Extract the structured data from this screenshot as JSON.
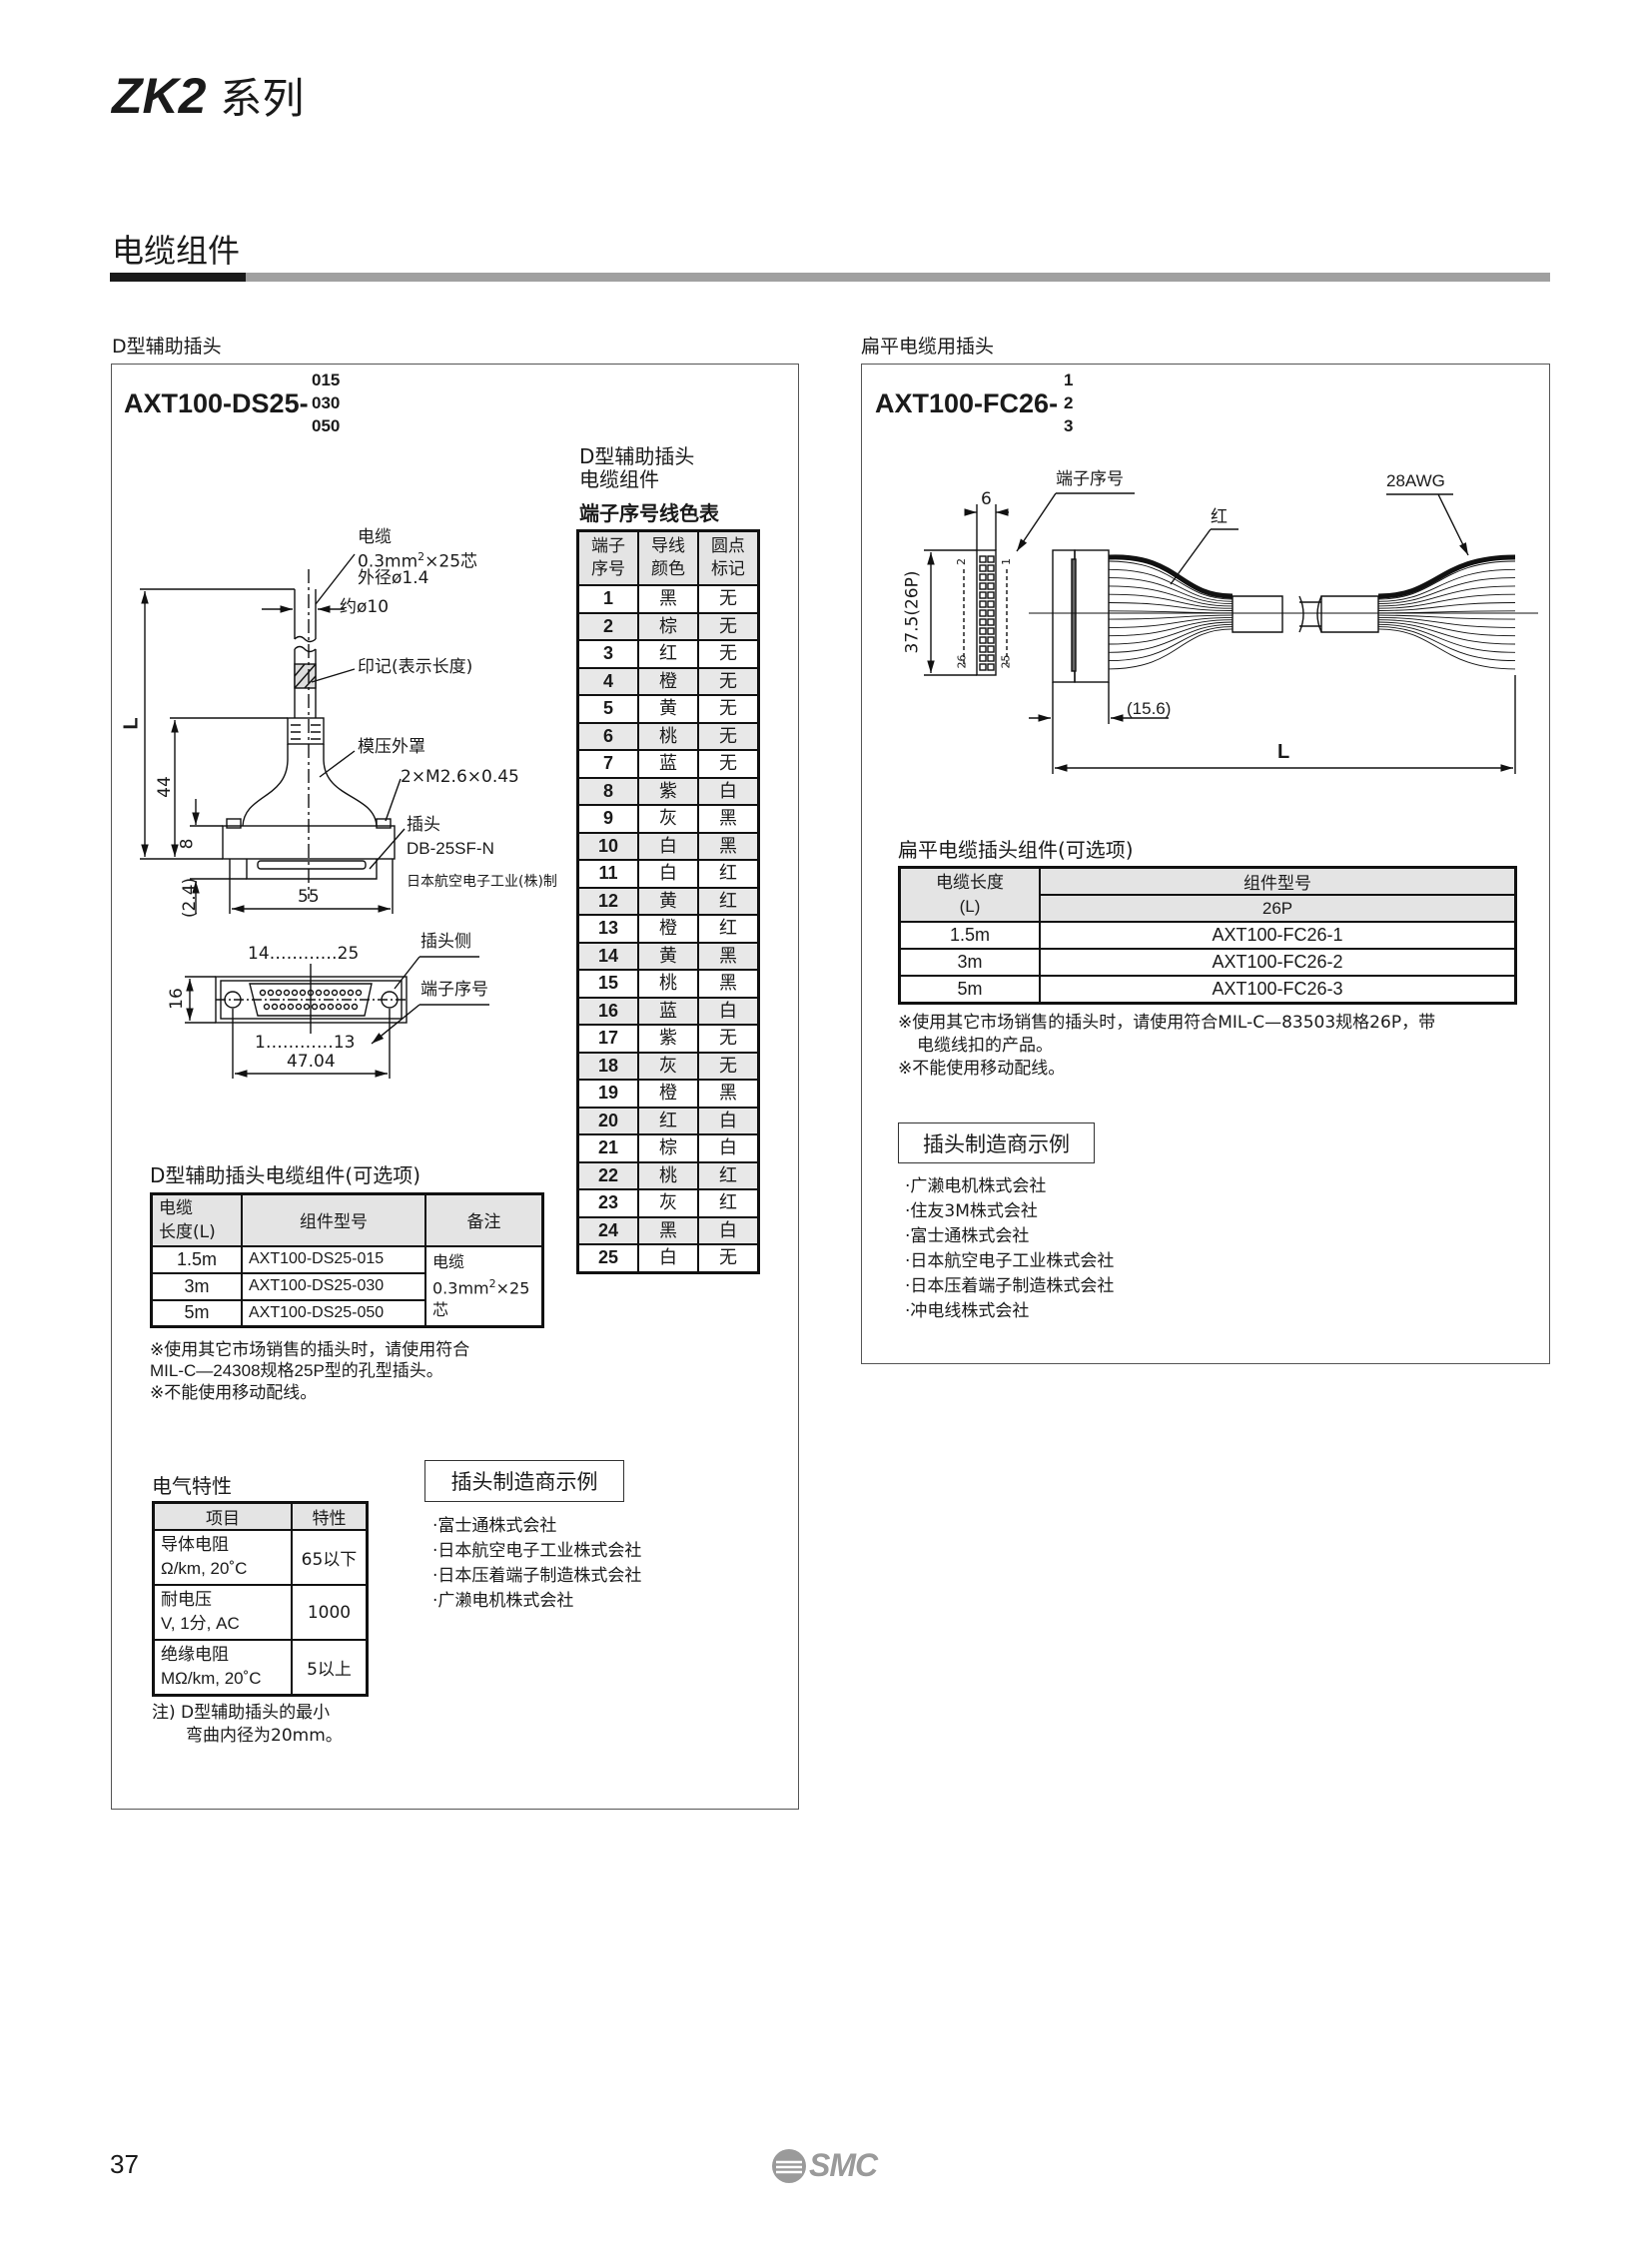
{
  "header": {
    "series_code": "ZK2",
    "series_suffix": "系列",
    "section_title": "电缆组件"
  },
  "left": {
    "panel_label": "D型辅助插头",
    "model_prefix": "AXT100-DS25-",
    "model_options": [
      "015",
      "030",
      "050"
    ],
    "drawing": {
      "cable": "电缆",
      "cable_spec": "0.3mm",
      "cable_spec_sup": "2",
      "cable_spec_tail": "×25芯",
      "cable_od": "外径ø1.4",
      "approx_dia": "约ø10",
      "marking": "印记(表示长度)",
      "molded_cover": "模压外罩",
      "screw": "2×M2.6×0.45",
      "plug": "插头",
      "plug_model": "DB-25SF-N",
      "plug_maker": "日本航空电子工业(株)制",
      "dim_L": "L",
      "dim_44": "44",
      "dim_8": "8",
      "dim_2_4": "(2.4)",
      "dim_55": "55",
      "pins_top": "14…………25",
      "pins_bottom": "1…………13",
      "plug_side": "插头侧",
      "terminal_no": "端子序号",
      "dim_16": "16",
      "dim_47": "47.04"
    },
    "pin_table": {
      "title_1": "D型辅助插头",
      "title_2": "电缆组件",
      "title_3": "端子序号线色表",
      "headers": [
        [
          "端子",
          "序号"
        ],
        [
          "导线",
          "颜色"
        ],
        [
          "圆点",
          "标记"
        ]
      ],
      "rows": [
        [
          "1",
          "黑",
          "无"
        ],
        [
          "2",
          "棕",
          "无"
        ],
        [
          "3",
          "红",
          "无"
        ],
        [
          "4",
          "橙",
          "无"
        ],
        [
          "5",
          "黄",
          "无"
        ],
        [
          "6",
          "桃",
          "无"
        ],
        [
          "7",
          "蓝",
          "无"
        ],
        [
          "8",
          "紫",
          "白"
        ],
        [
          "9",
          "灰",
          "黑"
        ],
        [
          "10",
          "白",
          "黑"
        ],
        [
          "11",
          "白",
          "红"
        ],
        [
          "12",
          "黄",
          "红"
        ],
        [
          "13",
          "橙",
          "红"
        ],
        [
          "14",
          "黄",
          "黑"
        ],
        [
          "15",
          "桃",
          "黑"
        ],
        [
          "16",
          "蓝",
          "白"
        ],
        [
          "17",
          "紫",
          "无"
        ],
        [
          "18",
          "灰",
          "无"
        ],
        [
          "19",
          "橙",
          "黑"
        ],
        [
          "20",
          "红",
          "白"
        ],
        [
          "21",
          "棕",
          "白"
        ],
        [
          "22",
          "桃",
          "红"
        ],
        [
          "23",
          "灰",
          "红"
        ],
        [
          "24",
          "黑",
          "白"
        ],
        [
          "25",
          "白",
          "无"
        ]
      ]
    },
    "option_table": {
      "title": "D型辅助插头电缆组件(可选项)",
      "h_length_1": "电缆",
      "h_length_2": "长度(L)",
      "h_model": "组件型号",
      "h_remark": "备注",
      "rows": [
        [
          "1.5m",
          "AXT100-DS25-015"
        ],
        [
          "3m",
          "AXT100-DS25-030"
        ],
        [
          "5m",
          "AXT100-DS25-050"
        ]
      ],
      "remark_1": "电缆",
      "remark_2": "0.3mm",
      "remark_sup": "2",
      "remark_3": "×25芯"
    },
    "notes": [
      "※使用其它市场销售的插头时，请使用符合",
      "MIL-C—24308规格25P型的孔型插头。",
      "※不能使用移动配线。"
    ],
    "elec": {
      "title": "电气特性",
      "h_item": "项目",
      "h_value": "特性",
      "rows": [
        {
          "item_1": "导体电阻",
          "item_2": "Ω/km, 20˚C",
          "value": "65以下"
        },
        {
          "item_1": "耐电压",
          "item_2": "V, 1分, AC",
          "value": "1000"
        },
        {
          "item_1": "绝缘电阻",
          "item_2": "MΩ/km, 20˚C",
          "value": "5以上"
        }
      ],
      "note_1": "注) D型辅助插头的最小",
      "note_2": "弯曲内径为20mm。"
    },
    "makers_title": "插头制造商示例",
    "makers": [
      "·富士通株式会社",
      "·日本航空电子工业株式会社",
      "·日本压着端子制造株式会社",
      "·广濑电机株式会社"
    ]
  },
  "right": {
    "panel_label": "扁平电缆用插头",
    "model_prefix": "AXT100-FC26-",
    "model_options": [
      "1",
      "2",
      "3"
    ],
    "drawing": {
      "dim_6": "6",
      "dim_37": "37.5(26P)",
      "terminal_no": "端子序号",
      "pin_2": "2",
      "pin_26": "26",
      "pin_1": "1",
      "pin_25": "25",
      "red": "红",
      "awg": "28AWG",
      "dim_15": "(15.6)",
      "dim_L": "L"
    },
    "option_table": {
      "title": "扁平电缆插头组件(可选项)",
      "h_length_1": "电缆长度",
      "h_length_2": "(L)",
      "h_model": "组件型号",
      "h_pins": "26P",
      "rows": [
        [
          "1.5m",
          "AXT100-FC26-1"
        ],
        [
          "3m",
          "AXT100-FC26-2"
        ],
        [
          "5m",
          "AXT100-FC26-3"
        ]
      ]
    },
    "notes": [
      "※使用其它市场销售的插头时，请使用符合MIL-C—83503规格26P，带",
      "电缆线扣的产品。",
      "※不能使用移动配线。"
    ],
    "makers_title": "插头制造商示例",
    "makers": [
      "·广濑电机株式会社",
      "·住友3M株式会社",
      "·富士通株式会社",
      "·日本航空电子工业株式会社",
      "·日本压着端子制造株式会社",
      "·冲电线株式会社"
    ]
  },
  "footer": {
    "page_number": "37",
    "logo_text": "SMC"
  },
  "colors": {
    "bar_dark": "#1a1a1a",
    "bar_grey": "#a0a0a0",
    "table_header": "#e4e4e4",
    "logo": "#9a9a9a"
  }
}
